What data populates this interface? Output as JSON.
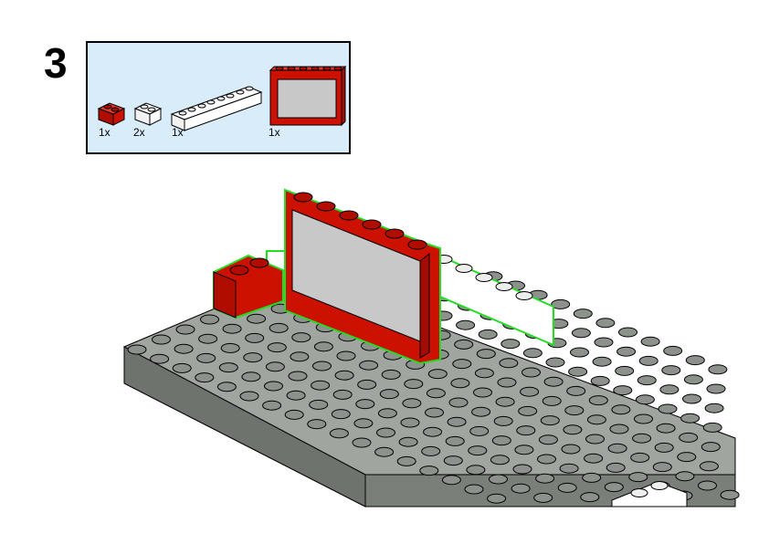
{
  "step": {
    "number": "3"
  },
  "parts_list": {
    "items": [
      {
        "qty": "1x",
        "part": "red-brick-1x2-icon",
        "color": "#cc1100"
      },
      {
        "qty": "2x",
        "part": "white-brick-1x2-icon",
        "color": "#ffffff"
      },
      {
        "qty": "1x",
        "part": "white-brick-1x8-icon",
        "color": "#ffffff"
      },
      {
        "qty": "1x",
        "part": "red-window-frame-1x6-icon",
        "color": "#cc1100"
      }
    ]
  },
  "colors": {
    "panel_bg": "#d9ecfa",
    "red": "#cc1100",
    "white": "#ffffff",
    "baseplate": "#a0a5a0",
    "glass": "#c8c8c8",
    "highlight": "#22dd22"
  }
}
